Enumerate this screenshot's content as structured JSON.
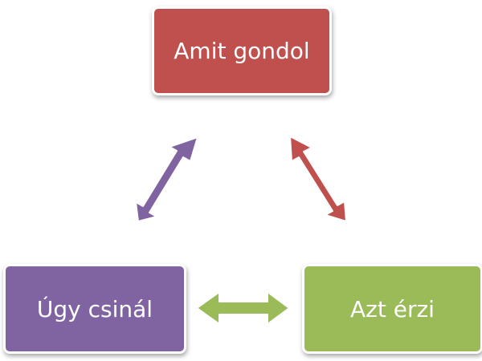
{
  "nodes": {
    "top": {
      "label": "Amit gondol",
      "color": "#c0504d"
    },
    "left": {
      "label": "Úgy csinál",
      "color": "#8064a2"
    },
    "right": {
      "label": "Azt érzi",
      "color": "#9bbb59"
    }
  },
  "arrows": {
    "top_left": {
      "color": "#8064a2"
    },
    "top_right": {
      "color": "#c0504d"
    },
    "left_right": {
      "color": "#9bbb59"
    }
  }
}
